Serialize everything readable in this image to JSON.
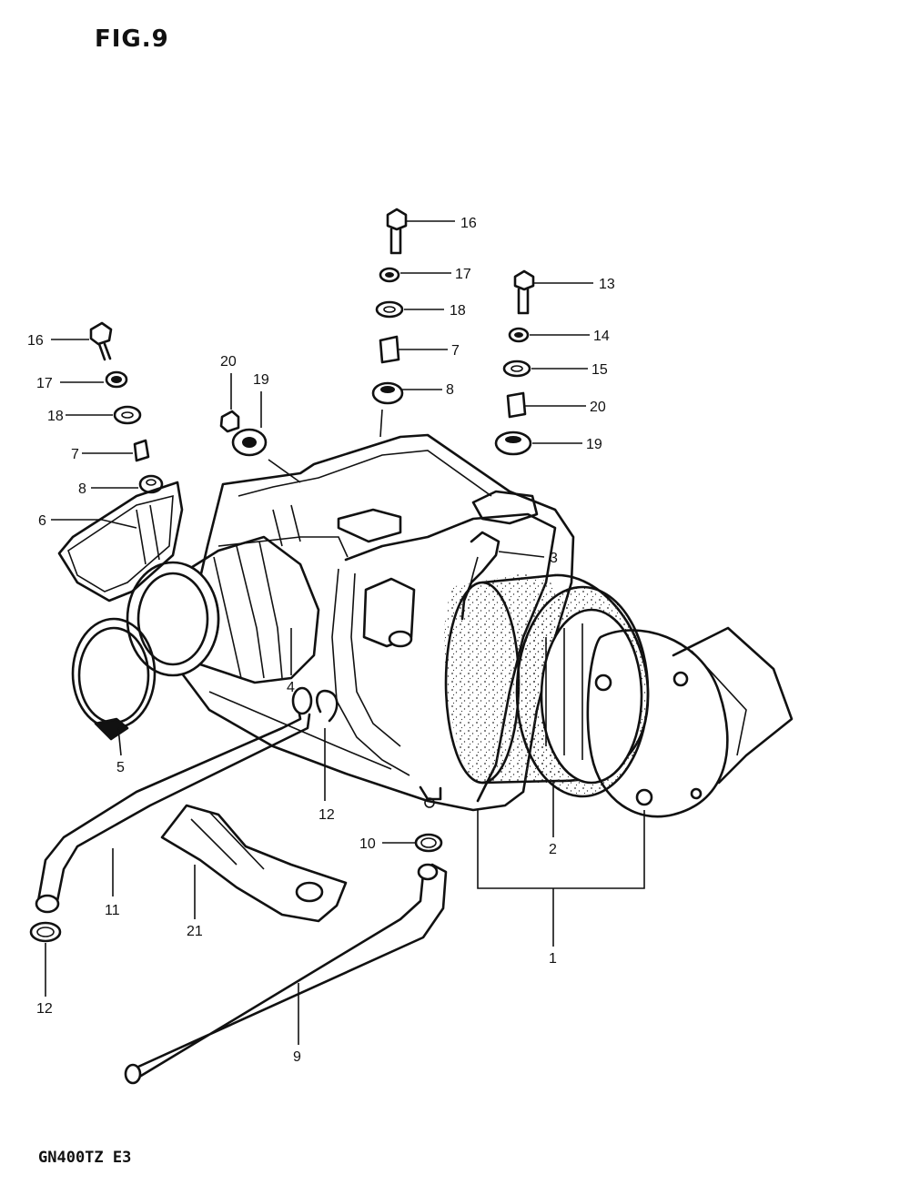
{
  "figure": {
    "title": "FIG.9",
    "model_code": "GN400TZ E3"
  },
  "callouts": {
    "c1": "1",
    "c2": "2",
    "c3": "3",
    "c4": "4",
    "c5": "5",
    "c6": "6",
    "c7a": "7",
    "c7b": "7",
    "c8a": "8",
    "c8b": "8",
    "c9": "9",
    "c10": "10",
    "c11": "11",
    "c12a": "12",
    "c12b": "12",
    "c13": "13",
    "c14": "14",
    "c15": "15",
    "c16a": "16",
    "c16b": "16",
    "c17a": "17",
    "c17b": "17",
    "c18a": "18",
    "c18b": "18",
    "c19a": "19",
    "c19b": "19",
    "c20a": "20",
    "c20b": "20",
    "c21": "21"
  }
}
